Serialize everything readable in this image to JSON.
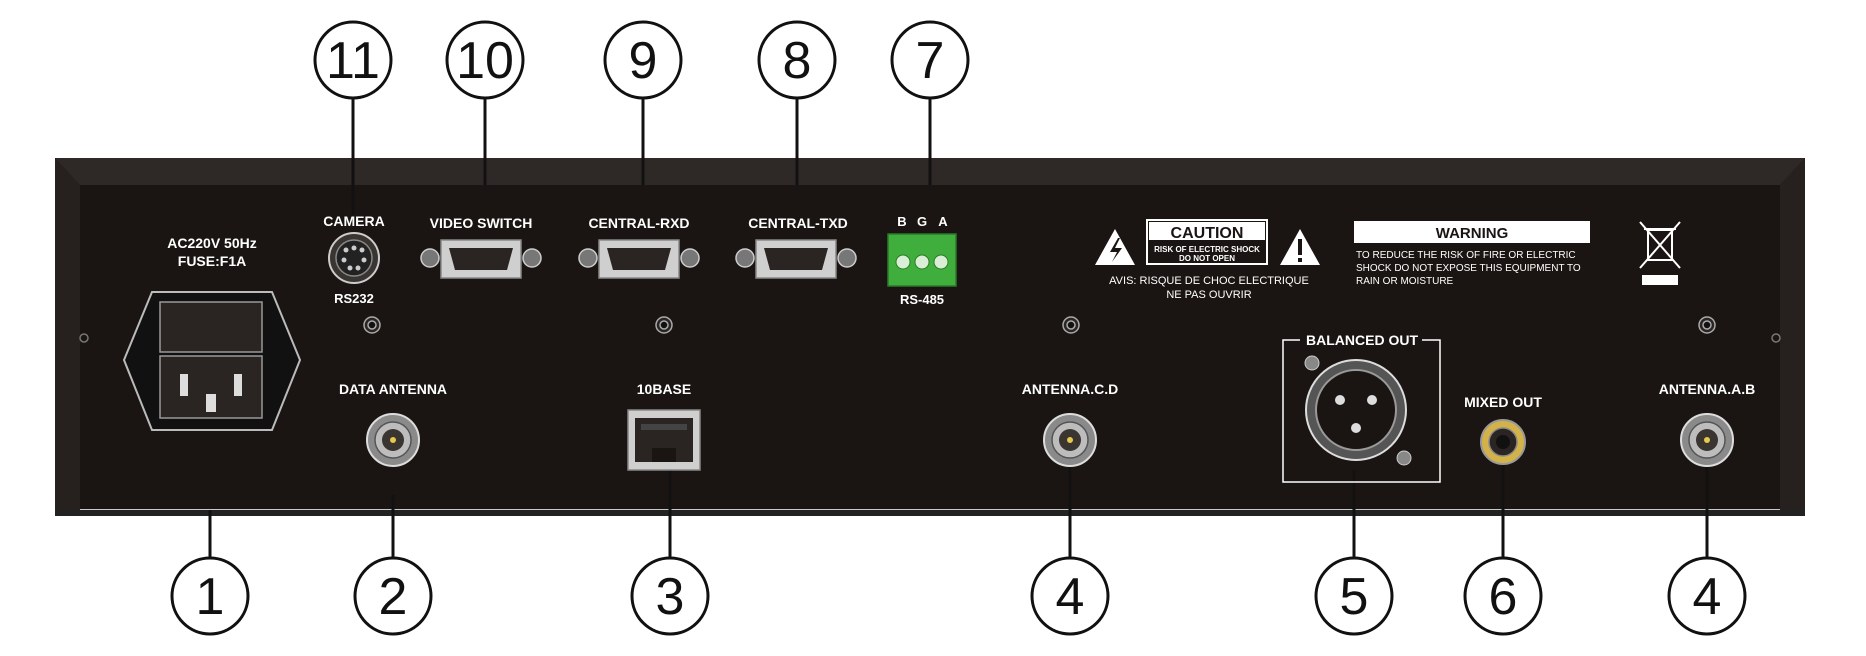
{
  "power": {
    "line1": "AC220V 50Hz",
    "line2": "FUSE:F1A"
  },
  "ports": {
    "camera": "CAMERA",
    "rs232": "RS232",
    "video_switch": "VIDEO SWITCH",
    "central_rxd": "CENTRAL-RXD",
    "central_txd": "CENTRAL-TXD",
    "rs485_pins": [
      "B",
      "G",
      "A"
    ],
    "rs485": "RS-485",
    "data_antenna": "DATA ANTENNA",
    "ethernet": "10BASE",
    "antenna_cd": "ANTENNA.C.D",
    "balanced_out": "BALANCED OUT",
    "mixed_out": "MIXED OUT",
    "antenna_ab": "ANTENNA.A.B"
  },
  "caution": {
    "title": "CAUTION",
    "sub1": "RISK OF ELECTRIC SHOCK",
    "sub2": "DO NOT OPEN",
    "avis1": "AVIS: RISQUE DE CHOC ELECTRIQUE",
    "avis2": "NE PAS OUVRIR"
  },
  "warning": {
    "title": "WARNING",
    "line1": "TO REDUCE THE RISK OF FIRE OR ELECTRIC",
    "line2": "SHOCK DO NOT EXPOSE THIS EQUIPMENT TO",
    "line3": "RAIN OR MOISTURE"
  },
  "callouts": {
    "top": [
      "11",
      "10",
      "9",
      "8",
      "7"
    ],
    "bottom": [
      "1",
      "2",
      "3",
      "4",
      "5",
      "6",
      "4"
    ]
  },
  "colors": {
    "panel": "#1b1613",
    "bevel": "#2c2724",
    "terminal_green": "#3fae3c",
    "line": "#111111"
  }
}
